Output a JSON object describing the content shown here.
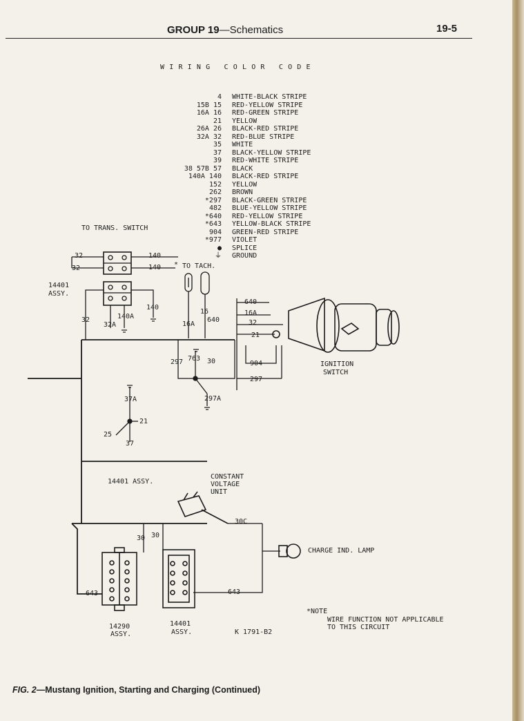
{
  "header": {
    "group": "GROUP 19",
    "section": "—Schematics",
    "page_number": "19-5"
  },
  "legend": {
    "title": "WIRING COLOR CODE",
    "rows": [
      {
        "code": "4",
        "desc": "WHITE-BLACK STRIPE"
      },
      {
        "code": "15B 15",
        "desc": "RED-YELLOW STRIPE"
      },
      {
        "code": "16A 16",
        "desc": "RED-GREEN STRIPE"
      },
      {
        "code": "21",
        "desc": "YELLOW"
      },
      {
        "code": "26A 26",
        "desc": "BLACK-RED STRIPE"
      },
      {
        "code": "32A 32",
        "desc": "RED-BLUE STRIPE"
      },
      {
        "code": "35",
        "desc": "WHITE"
      },
      {
        "code": "37",
        "desc": "BLACK-YELLOW STRIPE"
      },
      {
        "code": "39",
        "desc": "RED-WHITE STRIPE"
      },
      {
        "code": "38 57B 57",
        "desc": "BLACK"
      },
      {
        "code": "140A 140",
        "desc": "BLACK-RED STRIPE"
      },
      {
        "code": "152",
        "desc": "YELLOW"
      },
      {
        "code": "262",
        "desc": "BROWN"
      },
      {
        "code": "*297",
        "desc": "BLACK-GREEN STRIPE"
      },
      {
        "code": "482",
        "desc": "BLUE-YELLOW STRIPE"
      },
      {
        "code": "*640",
        "desc": "RED-YELLOW STRIPE"
      },
      {
        "code": "*643",
        "desc": "YELLOW-BLACK STRIPE"
      },
      {
        "code": "904",
        "desc": "GREEN-RED STRIPE"
      },
      {
        "code": "*977",
        "desc": "VIOLET"
      },
      {
        "code": "●",
        "desc": "SPLICE"
      },
      {
        "code": "⏚",
        "desc": "GROUND"
      }
    ]
  },
  "labels": {
    "to_trans_switch": "TO TRANS. SWITCH",
    "w32_top": "32",
    "w32_bottom": "32",
    "w140_top": "140",
    "w140_bottom": "140",
    "ground_star": "*",
    "to_tach": "TO TACH.",
    "assy_14401_num": "14401",
    "assy_14401_word": "ASSY.",
    "w32_left": "32",
    "w140a": "140A",
    "w32a": "32A",
    "w140_right": "140",
    "w16": "16",
    "w640_mid": "640",
    "w16a": "16A",
    "w640_sw": "640",
    "w16a_sw": "16A",
    "w32_sw": "32",
    "w21_sw": "21",
    "w904": "904",
    "w297_sw": "297",
    "ignition_1": "IGNITION",
    "ignition_2": "SWITCH",
    "w297_left": "297",
    "w763": "763",
    "w30_mid": "30",
    "w297a": "297A",
    "w37a": "37A",
    "w21_left": "21",
    "w25": "25",
    "w37": "37",
    "assy_14401_mid": "14401 ASSY.",
    "cvu_1": "CONSTANT",
    "cvu_2": "VOLTAGE",
    "cvu_3": "UNIT",
    "w30c": "30C",
    "w30_a": "30",
    "w30_b": "30",
    "charge_lamp": "CHARGE IND. LAMP",
    "w643_left": "643",
    "w643_right": "643",
    "assy_14290_num": "14290",
    "assy_14290_word": "ASSY.",
    "assy_14401b_num": "14401",
    "assy_14401b_word": "ASSY.",
    "note_head": "*NOTE",
    "note_line1": "WIRE FUNCTION NOT APPLICABLE",
    "note_line2": "TO THIS CIRCUIT",
    "drawing_number": "K 1791-B2"
  },
  "caption": {
    "fig": "FIG. 2",
    "text": "—Mustang Ignition, Starting and Charging (Continued)"
  },
  "colors": {
    "paper": "#f3f1ea",
    "ink": "#1b1b1b",
    "page_edge": "#a88f66"
  },
  "icons": [
    "splice-dot",
    "ground-symbol",
    "ignition-switch",
    "connector-block",
    "charge-lamp-bulb",
    "tach-plug"
  ]
}
